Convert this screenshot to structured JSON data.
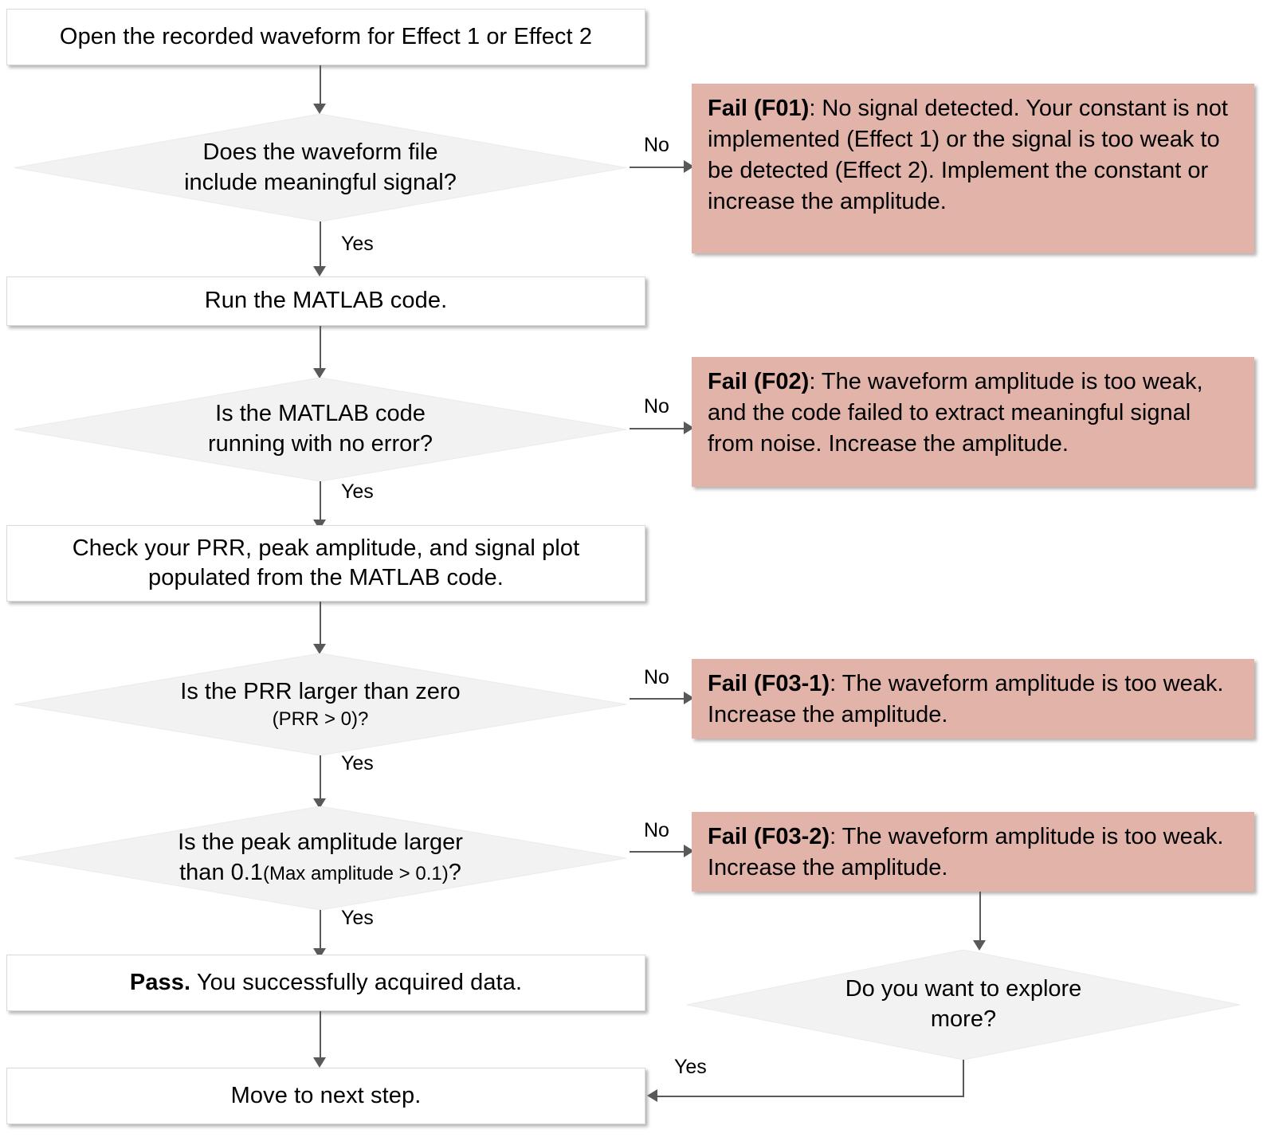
{
  "diagram": {
    "title": "Waveform acquisition troubleshooting flowchart",
    "colors": {
      "fail_box_fill": "#e2b3a9",
      "decision_fill": "#f2f2f2",
      "decision_stroke": "#e6e6e6",
      "process_fill": "#ffffff",
      "process_stroke": "#d9d9d9",
      "connector": "#595959",
      "text": "#000000"
    },
    "nodes": {
      "start": {
        "text": "Open the recorded waveform for Effect 1 or Effect 2"
      },
      "d1": {
        "line1": "Does the waveform file",
        "line2": "include meaningful signal?"
      },
      "run_matlab": {
        "text": "Run the MATLAB code."
      },
      "d2": {
        "line1": "Is the MATLAB code",
        "line2": "running with no error?"
      },
      "check": {
        "line1": "Check your PRR, peak amplitude, and signal plot",
        "line2": "populated from the MATLAB code."
      },
      "d3": {
        "line1": "Is the PRR  larger than zero",
        "line2": "(PRR > 0)?"
      },
      "d4": {
        "line1": "Is the peak amplitude larger",
        "line2_pre": "than 0.1",
        "line2_small": "(Max amplitude > 0.1)",
        "line2_post": "?"
      },
      "pass": {
        "bold": "Pass.",
        "rest": " You successfully acquired data."
      },
      "next": {
        "text": "Move to next step."
      },
      "d5": {
        "line1": "Do you want to explore",
        "line2": "more?"
      }
    },
    "fails": {
      "f01": {
        "bold": "Fail (F01)",
        "rest": ": No signal detected. Your constant is not implemented (Effect 1) or the signal is too weak to be detected (Effect 2). Implement the constant or increase the amplitude."
      },
      "f02": {
        "bold": "Fail (F02)",
        "rest": ": The waveform amplitude is too weak, and the code failed to extract meaningful signal from noise. Increase the amplitude."
      },
      "f03_1": {
        "bold": "Fail (F03-1)",
        "rest": ": The waveform amplitude is too weak. Increase the amplitude."
      },
      "f03_2": {
        "bold": "Fail (F03-2)",
        "rest": ": The waveform amplitude is too weak. Increase the amplitude."
      }
    },
    "edges": {
      "no1": "No",
      "no2": "No",
      "no3": "No",
      "no4": "No",
      "yes1": "Yes",
      "yes2": "Yes",
      "yes3": "Yes",
      "yes4": "Yes",
      "yes5": "Yes"
    }
  }
}
